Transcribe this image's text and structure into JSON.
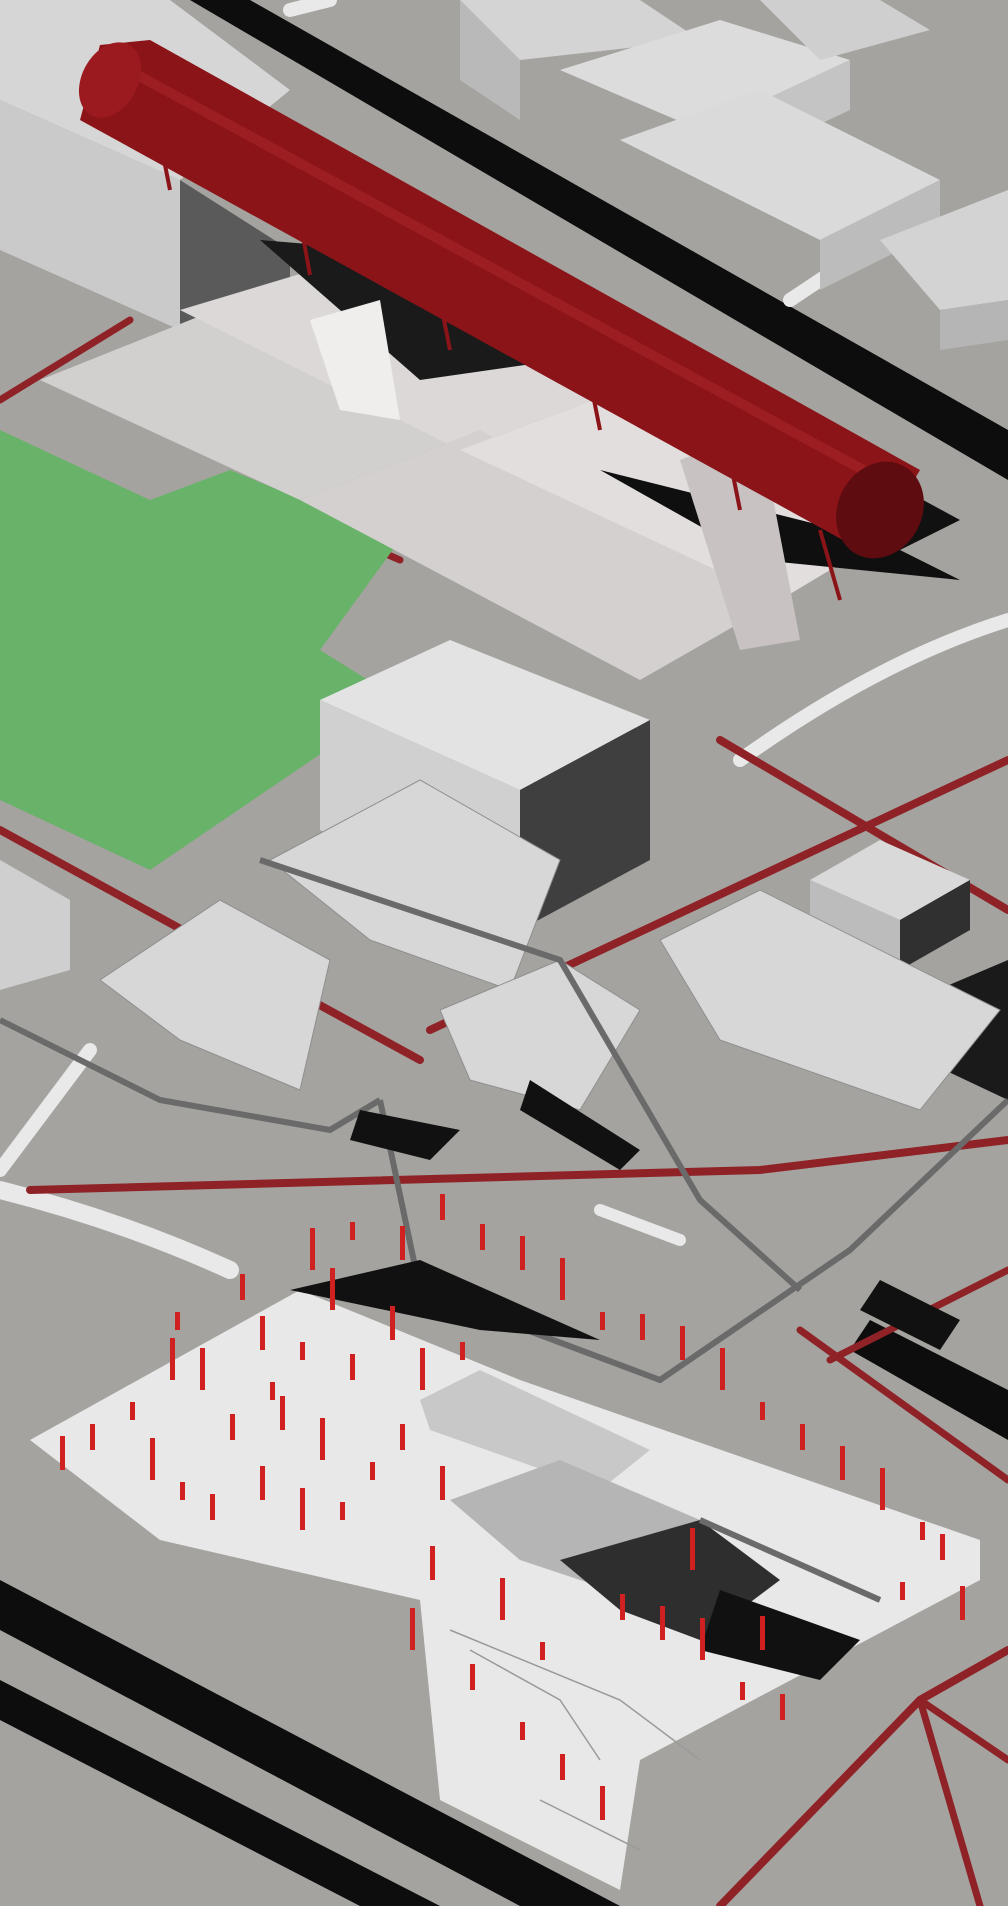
{
  "illustration": {
    "kind": "isometric architectural axonometric",
    "colors": {
      "ground": "#a5a39f",
      "road_dark": "#0d0d0d",
      "path_red": "#8e2226",
      "tube_red": "#8a1418",
      "tube_red_dark": "#5e0c10",
      "park_green": "#69b26a",
      "building_light": "#d9d9d9",
      "building_mid": "#bdbdbd",
      "building_dark": "#444444",
      "plaza": "#e8e8e8",
      "column_red": "#d02020"
    },
    "icons": [
      "red-tube-structure",
      "green-park",
      "structural-columns"
    ]
  }
}
